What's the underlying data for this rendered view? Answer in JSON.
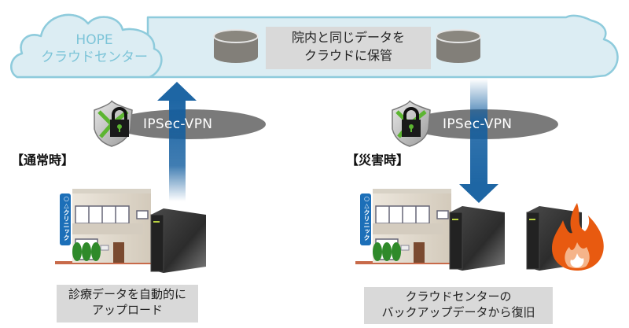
{
  "cloud": {
    "name_line1": "HOPE",
    "name_line2": "クラウドセンター",
    "storage_caption_line1": "院内と同じデータを",
    "storage_caption_line2": "クラウドに保管",
    "fill_color": "#dcedf3",
    "stroke_color": "#8ecbdc"
  },
  "normal": {
    "title": "【通常時】",
    "vpn_label": "IPSec-VPN",
    "arrow_direction": "up",
    "caption_line1": "診療データを自動的に",
    "caption_line2": "アップロード",
    "clinic_sign": "○△クリニック"
  },
  "disaster": {
    "title": "【災害時】",
    "vpn_label": "IPSec-VPN",
    "arrow_direction": "down",
    "caption_line1": "クラウドセンターの",
    "caption_line2": "バックアップデータから復旧",
    "clinic_sign": "○△クリニック"
  },
  "colors": {
    "arrow": "#125ea0",
    "vpn_ellipse": "#7a7a7a",
    "database": "#827f79",
    "caption_bg": "#d9d9d9",
    "shield_green": "#5cb531",
    "fire_orange": "#e85a10"
  }
}
